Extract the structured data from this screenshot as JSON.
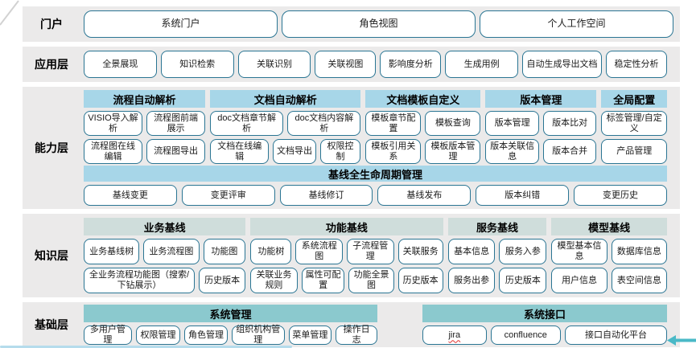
{
  "colors": {
    "layer_bg": "#ebeaea",
    "button_border": "#2a7593",
    "capability_header": "#a7d6e8",
    "knowledge_header": "#cfdddb",
    "foundation_header": "#8bc9ce",
    "bottom_line": "#b5dcec",
    "arrow": "#4ab9c7"
  },
  "layers": [
    {
      "id": "portal",
      "label": "门户",
      "size": "lg",
      "buttons": [
        {
          "label": "系统门户"
        },
        {
          "label": "角色视图"
        },
        {
          "label": "个人工作空间"
        }
      ]
    },
    {
      "id": "application",
      "label": "应用层",
      "size": "md",
      "buttons": [
        {
          "label": "全景展现",
          "flex": 1
        },
        {
          "label": "知识检索",
          "flex": 1
        },
        {
          "label": "关联识别",
          "flex": 1
        },
        {
          "label": "关联视图",
          "flex": 0.82
        },
        {
          "label": "影响度分析",
          "flex": 0.82
        },
        {
          "label": "生成用例",
          "flex": 1
        },
        {
          "label": "自动生成导出文档",
          "flex": 1.1
        },
        {
          "label": "稳定性分析",
          "flex": 0.82
        }
      ]
    },
    {
      "id": "capability",
      "label": "能力层",
      "header_color": "#a7d6e8",
      "groups": [
        {
          "title": "流程自动解析",
          "flex": 150,
          "rows": [
            [
              {
                "label": "VISIO导入解析"
              },
              {
                "label": "流程图前端展示"
              }
            ],
            [
              {
                "label": "流程图在线编辑"
              },
              {
                "label": "流程图导出"
              }
            ]
          ]
        },
        {
          "title": "文档自动解析",
          "flex": 186,
          "rows": [
            [
              {
                "label": "doc文档章节解析"
              },
              {
                "label": "doc文档内容解析"
              }
            ],
            [
              {
                "label": "文档在线编辑",
                "flex": 1.45
              },
              {
                "label": "文档导出",
                "flex": 1
              },
              {
                "label": "权限控制",
                "flex": 0.95
              }
            ]
          ]
        },
        {
          "title": "文档模板自定义",
          "flex": 142,
          "rows": [
            [
              {
                "label": "模板章节配置"
              },
              {
                "label": "模板查询"
              }
            ],
            [
              {
                "label": "模板引用关系"
              },
              {
                "label": "模板版本管理"
              }
            ]
          ]
        },
        {
          "title": "版本管理",
          "flex": 137,
          "rows": [
            [
              {
                "label": "版本管理"
              },
              {
                "label": "版本比对"
              }
            ],
            [
              {
                "label": "版本关联信息"
              },
              {
                "label": "版本合并"
              }
            ]
          ]
        },
        {
          "title": "全局配置",
          "flex": 81,
          "rows": [
            [
              {
                "label": "标签管理/自定义"
              }
            ],
            [
              {
                "label": "产品管理"
              }
            ]
          ]
        }
      ],
      "footer": {
        "title": "基线全生命周期管理",
        "items": [
          {
            "label": "基线变更"
          },
          {
            "label": "变更评审"
          },
          {
            "label": "基线修订"
          },
          {
            "label": "基线发布"
          },
          {
            "label": "版本纠错"
          },
          {
            "label": "变更历史"
          }
        ]
      }
    },
    {
      "id": "knowledge",
      "label": "知识层",
      "header_color": "#cfdddb",
      "groups": [
        {
          "title": "业务基线",
          "flex": 210,
          "rows": [
            [
              {
                "label": "业务基线树",
                "flex": 1.1
              },
              {
                "label": "业务流程图",
                "flex": 1.1
              },
              {
                "label": "功能图",
                "flex": 0.8
              }
            ],
            [
              {
                "label": "全业务流程功能图（搜索/下钻展示）",
                "flex": 2.6
              },
              {
                "label": "历史版本",
                "flex": 1
              }
            ]
          ]
        },
        {
          "title": "功能基线",
          "flex": 250,
          "rows": [
            [
              {
                "label": "功能树",
                "flex": 0.9
              },
              {
                "label": "系统流程图",
                "flex": 1.05
              },
              {
                "label": "子流程管理",
                "flex": 1.05
              },
              {
                "label": "关联服务",
                "flex": 1
              }
            ],
            [
              {
                "label": "关联业务规则",
                "flex": 1.05
              },
              {
                "label": "属性可配置",
                "flex": 0.95
              },
              {
                "label": "功能全景图",
                "flex": 1
              },
              {
                "label": "历史版本",
                "flex": 1
              }
            ]
          ]
        },
        {
          "title": "服务基线",
          "flex": 128,
          "rows": [
            [
              {
                "label": "基本信息"
              },
              {
                "label": "服务入参"
              }
            ],
            [
              {
                "label": "服务出参"
              },
              {
                "label": "历史版本"
              }
            ]
          ]
        },
        {
          "title": "模型基线",
          "flex": 150,
          "rows": [
            [
              {
                "label": "模型基本信息"
              },
              {
                "label": "数据库信息"
              }
            ],
            [
              {
                "label": "用户信息"
              },
              {
                "label": "表空间信息"
              }
            ]
          ]
        }
      ]
    },
    {
      "id": "foundation",
      "label": "基础层",
      "header_color": "#8bc9ce",
      "groups": [
        {
          "title": "系统管理",
          "flex": 370,
          "rows": [
            [
              {
                "label": "多用户管理",
                "flex": 1
              },
              {
                "label": "权限管理",
                "flex": 0.92
              },
              {
                "label": "角色管理",
                "flex": 0.88
              },
              {
                "label": "组织机构管理",
                "flex": 1.12
              },
              {
                "label": "菜单管理",
                "flex": 0.88
              },
              {
                "label": "操作日志",
                "flex": 0.85
              }
            ]
          ]
        },
        {
          "title": "系统接口",
          "flex": 308,
          "spacer_before": 50,
          "rows": [
            [
              {
                "label": "jira",
                "underline": true,
                "flex": 0.9
              },
              {
                "label": "confluence",
                "flex": 1
              },
              {
                "label": "接口自动化平台",
                "flex": 1.5
              }
            ]
          ]
        }
      ]
    }
  ]
}
